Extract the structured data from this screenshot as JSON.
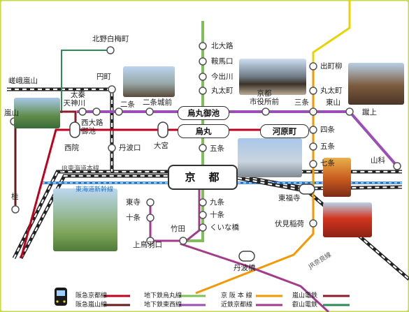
{
  "stations": {
    "kitano_hakubaicho": "北野白梅町",
    "saga_arashiyama": "嵯峨嵐山",
    "emmachi": "円町",
    "uzumasa_tenjingawa": "太秦\n天神川",
    "arashiyama": "嵐山",
    "nishioji_oike": "西大路\n御池",
    "sai": "西院",
    "tambaguchi": "丹波口",
    "omiya": "大宮",
    "katsura": "桂",
    "nijo": "二条",
    "nijojomae": "二条城前",
    "karasuma_oike": "烏丸御池",
    "shiyakushomae": "京都\n市役所前",
    "sanjo": "三条",
    "higashiyama": "東山",
    "keage": "蹴上",
    "kitaoji": "北大路",
    "kuramaguchi": "鞍馬口",
    "imadegawa": "今出川",
    "marutamachi_k": "丸太町",
    "demachiyanagi": "出町柳",
    "marutamachi_e": "丸太町",
    "karasuma": "烏丸",
    "kawaramachi": "河原町",
    "shijo": "四条",
    "gojo_e": "五条",
    "shichijo": "七条",
    "gojo_k": "五条",
    "kyoto": "京　都",
    "yamashina": "山科",
    "kujo": "九条",
    "jujo_k": "十条",
    "kuinabashi": "くいな橋",
    "takeda": "竹田",
    "toji": "東寺",
    "jujo_w": "十条",
    "kamitobahaguchi": "上鳥羽口",
    "tofukuji": "東福寺",
    "fushimi_inari": "伏見稲荷",
    "tambabashi": "丹波橋"
  },
  "lines": {
    "jr_tokaido": "JR東海道本線",
    "tokaido_shinkansen": "東海道新幹線",
    "jr_nara": "JR奈良線"
  },
  "legend": [
    {
      "label": "阪急京都線",
      "color": "#c0001f"
    },
    {
      "label": "阪急嵐山線",
      "color": "#6b1a1a"
    },
    {
      "label": "地下鉄烏丸線",
      "color": "#7fbf5a"
    },
    {
      "label": "地下鉄東西線",
      "color": "#9b4fb5"
    },
    {
      "label": "京 阪 本 線",
      "color": "#f39800"
    },
    {
      "label": "近鉄京都線",
      "color": "#a53a8c"
    },
    {
      "label": "嵐山電鉄",
      "color": "#8a1e2a"
    },
    {
      "label": "叡山電鉄",
      "color": "#2e8b57"
    }
  ],
  "colors": {
    "border": "#c7d94a",
    "jr": "#222222",
    "shinkansen": "#1e73c8",
    "randen_kitano": "#2e8b57",
    "keifuku": "#8a1e2a",
    "hankyu": "#c0001f",
    "karasuma": "#7fbf5a",
    "tozai": "#9b4fb5",
    "keihan": "#f39800",
    "eizan": "#e8d400",
    "kintetsu": "#a53a8c"
  }
}
